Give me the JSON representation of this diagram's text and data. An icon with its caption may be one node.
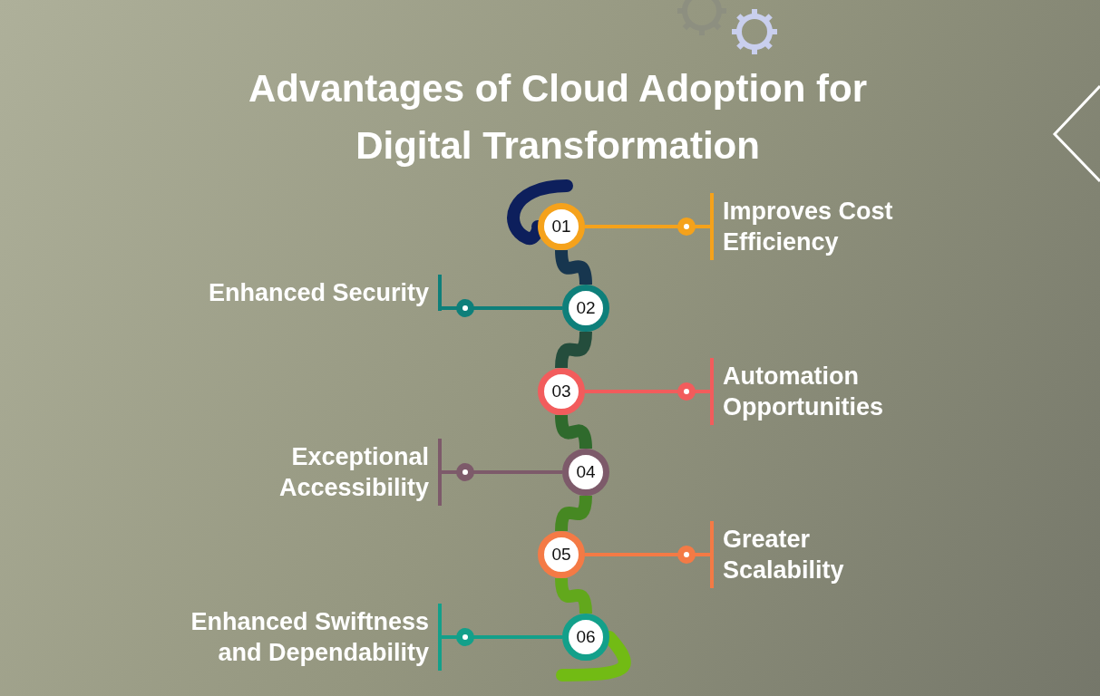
{
  "diagram": {
    "title": "Advantages of Cloud Adoption for Digital Transformation",
    "nodes": [
      {
        "text": [
          "01"
        ]
      },
      {
        "text": [
          "02"
        ]
      },
      {
        "text": [
          "03"
        ]
      },
      {
        "text": [
          "04"
        ]
      },
      {
        "text": [
          "05"
        ]
      },
      {
        "text": [
          "06"
        ]
      },
      {
        "text": [
          "Improves Cost Efficiency"
        ]
      },
      {
        "text": [
          "Enhanced Security"
        ]
      },
      {
        "text": [
          "Automation Opportunities"
        ]
      },
      {
        "text": [
          "Exceptional Accessibility"
        ]
      },
      {
        "text": [
          "Greater Scalability"
        ]
      },
      {
        "text": [
          "Enhanced Swiftness and Dependability"
        ]
      }
    ],
    "edges": [
      {
        "from": 0,
        "to": 1,
        "arrow": "none",
        "style": "thick",
        "color": "#17364f"
      },
      {
        "from": 1,
        "to": 2,
        "arrow": "none",
        "style": "thick",
        "color": "#244d3c"
      },
      {
        "from": 2,
        "to": 3,
        "arrow": "none",
        "style": "thick",
        "color": "#2f6a2c"
      },
      {
        "from": 3,
        "to": 4,
        "arrow": "none",
        "style": "thick",
        "color": "#468822"
      },
      {
        "from": 4,
        "to": 5,
        "arrow": "none",
        "style": "thick",
        "color": "#62a81c"
      },
      {
        "from": 0,
        "to": 6,
        "arrow": "other",
        "color": "#f5a21b"
      },
      {
        "from": 1,
        "to": 7,
        "arrow": "other",
        "color": "#0e7f7a"
      },
      {
        "from": 2,
        "to": 8,
        "arrow": "other",
        "color": "#f25c5c"
      },
      {
        "from": 3,
        "to": 9,
        "arrow": "other",
        "color": "#7d5a6a"
      },
      {
        "from": 4,
        "to": 10,
        "arrow": "other",
        "color": "#f47a45"
      },
      {
        "from": 5,
        "to": 11,
        "arrow": "other",
        "color": "#13a08a"
      }
    ]
  }
}
